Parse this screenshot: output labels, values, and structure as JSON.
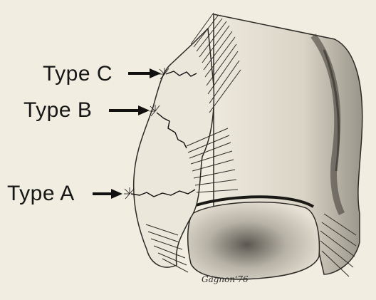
{
  "labels": {
    "type_c": "Type C",
    "type_b": "Type B",
    "type_a": "Type A"
  },
  "signature": "Gagnon'76",
  "colors": {
    "paper": "#f1ede1",
    "ink": "#161616",
    "shadow": "#5a5650"
  }
}
